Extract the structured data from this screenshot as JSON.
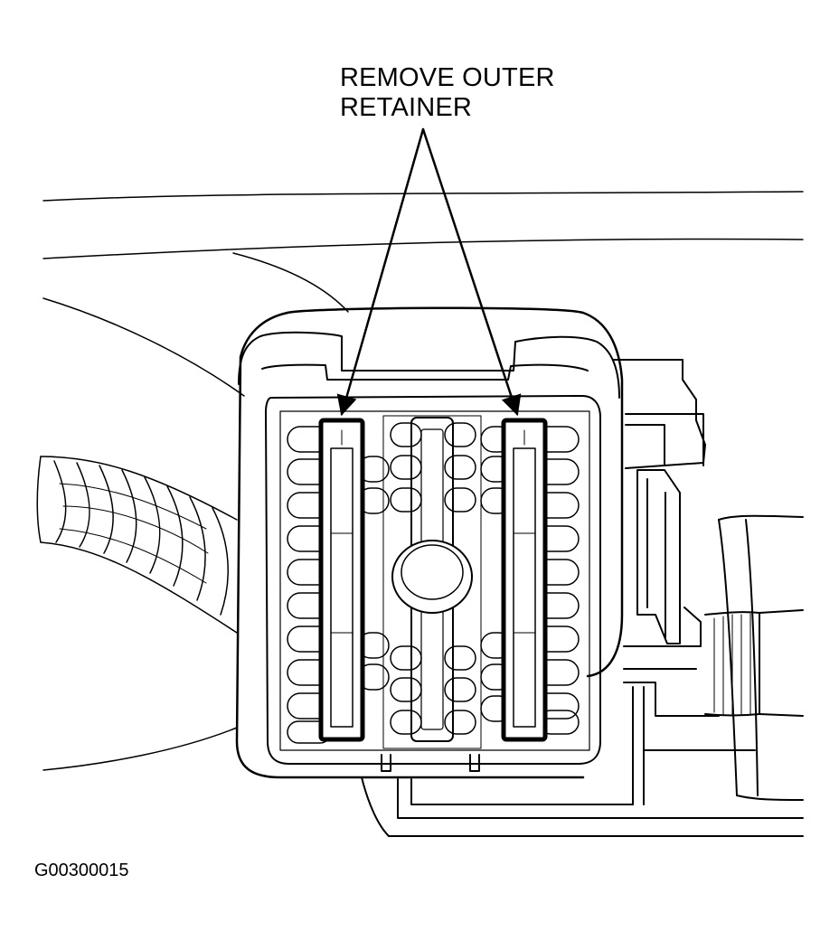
{
  "callout": {
    "line1": "REMOVE OUTER",
    "line2": "RETAINER"
  },
  "figure_id": "G00300015",
  "colors": {
    "ink": "#000000",
    "paper": "#ffffff"
  }
}
